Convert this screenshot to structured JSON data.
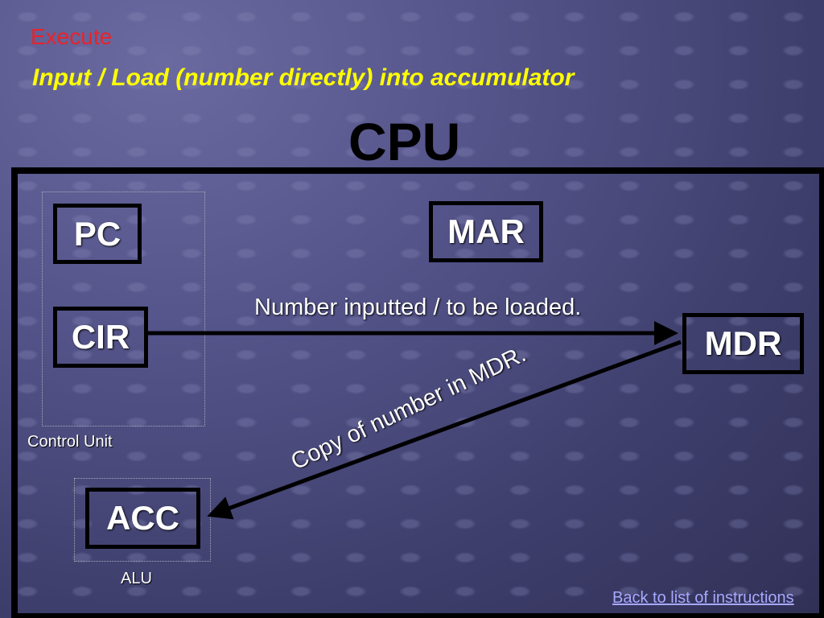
{
  "slide": {
    "stage": "Execute",
    "instruction": "Input / Load (number directly) into accumulator",
    "cpu_title": "CPU"
  },
  "units": {
    "control_unit": "Control Unit",
    "alu": "ALU"
  },
  "registers": {
    "pc": "PC",
    "mar": "MAR",
    "cir": "CIR",
    "mdr": "MDR",
    "acc": "ACC"
  },
  "arrows": {
    "cir_to_mdr": "Number inputted / to be loaded.",
    "mdr_to_acc": "Copy of number in MDR."
  },
  "navigation": {
    "back_link": "Back to list of instructions"
  },
  "colors": {
    "stage": "#e8232a",
    "instruction": "#ffff00",
    "link": "#a8a8ff"
  }
}
